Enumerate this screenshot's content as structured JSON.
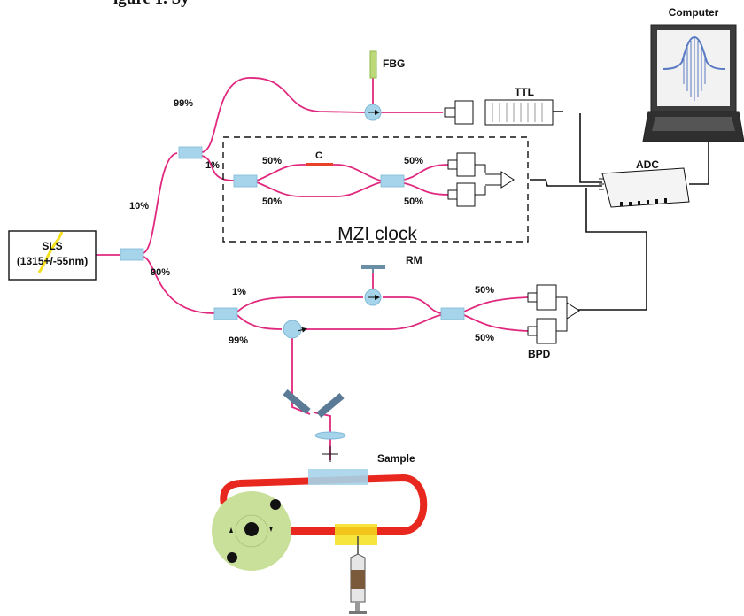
{
  "caption_partial": "igure 1. Sy",
  "labels": {
    "computer": "Computer",
    "fbg": "FBG",
    "ttl": "TTL",
    "adc": "ADC",
    "sls_line1": "SLS",
    "sls_line2": "(1315+/-55nm)",
    "mzi_clock": "MZI clock",
    "c": "C",
    "rm": "RM",
    "bpd": "BPD",
    "sample": "Sample"
  },
  "ratios": {
    "p99_top": "99%",
    "p1_top": "1%",
    "p10": "10%",
    "p90": "90%",
    "mzi_in_top": "50%",
    "mzi_in_bottom": "50%",
    "mzi_out_top": "50%",
    "mzi_out_bottom": "50%",
    "ref_1": "1%",
    "ref_99": "99%",
    "bpd_top": "50%",
    "bpd_bottom": "50%"
  },
  "colors": {
    "fiber": "#e0287e",
    "coupler": "#a6d4ea",
    "tubing": "#e8281e",
    "wheel": "#c9e09a",
    "fbg": "#bcd97a",
    "injector": "#f4e01a"
  }
}
